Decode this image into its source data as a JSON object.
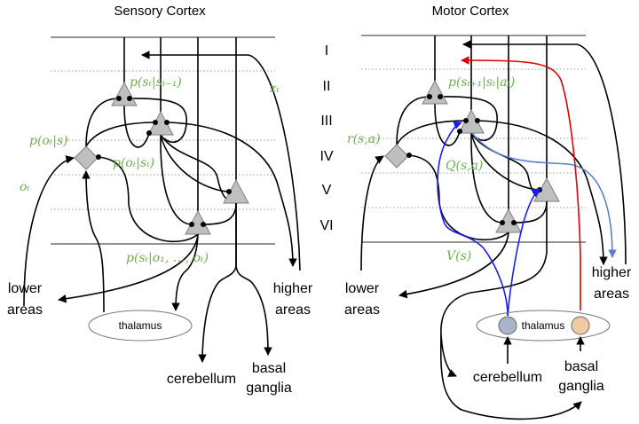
{
  "sensory": {
    "title": "Sensory Cortex",
    "labels": {
      "p_st_st1": "p(sₜ|sₜ₋₁)",
      "p_ot_s": "p(oₜ|s)",
      "p_ot_st": "p(oₜ|sₜ)",
      "ot": "oₜ",
      "zt": "zₜ",
      "p_st_o": "p(sₜ|o₁, …, oₜ)"
    },
    "lower_areas": [
      "lower",
      "areas"
    ],
    "higher_areas": [
      "higher",
      "areas"
    ],
    "thalamus": "thalamus",
    "cerebellum": "cerebellum",
    "basal_ganglia": [
      "basal",
      "ganglia"
    ]
  },
  "motor": {
    "title": "Motor Cortex",
    "labels": {
      "p_trans": "p(sₜ₊₁|sₜ|aₜ)",
      "r_sa": "r(s,a)",
      "q_sa": "Q(s,a)",
      "v_s": "V(s)"
    },
    "lower_areas": [
      "lower",
      "areas"
    ],
    "higher_areas": [
      "higher",
      "areas"
    ],
    "thalamus": "thalamus",
    "cerebellum": "cerebellum",
    "basal_ganglia": [
      "basal",
      "ganglia"
    ]
  },
  "layers": [
    "I",
    "II",
    "III",
    "IV",
    "V",
    "VI"
  ],
  "colors": {
    "label_green": "#6ab04c",
    "cerebellar_path": "#1a1aff",
    "basal_ganglia_path": "#e00000",
    "value_output": "#5b7fd1",
    "cerebellum_node": "#aab4c8",
    "basal_ganglia_node": "#f1c9a5"
  }
}
